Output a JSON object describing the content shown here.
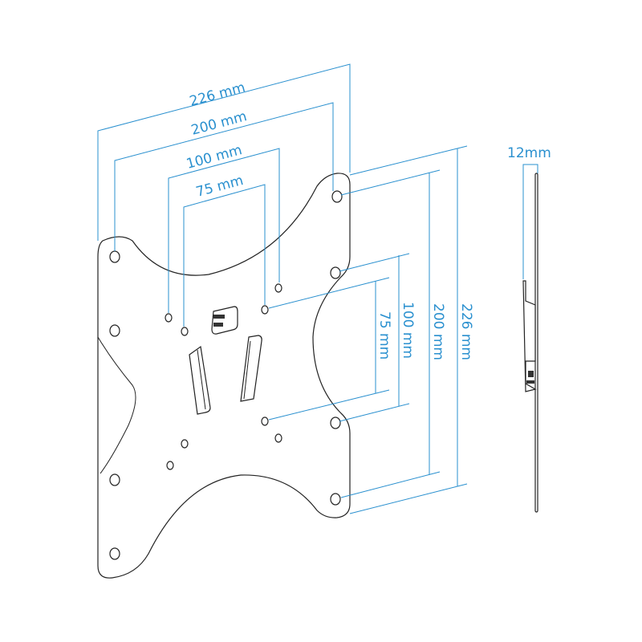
{
  "colors": {
    "dimension": "#2a90cf",
    "outline": "#222222"
  },
  "front_view": {
    "width_dimensions": [
      "226 mm",
      "200 mm",
      "100 mm",
      "75 mm"
    ],
    "height_dimensions": [
      "226 mm",
      "200 mm",
      "100 mm",
      "75 mm"
    ]
  },
  "side_view": {
    "depth_dimension": "12mm"
  }
}
